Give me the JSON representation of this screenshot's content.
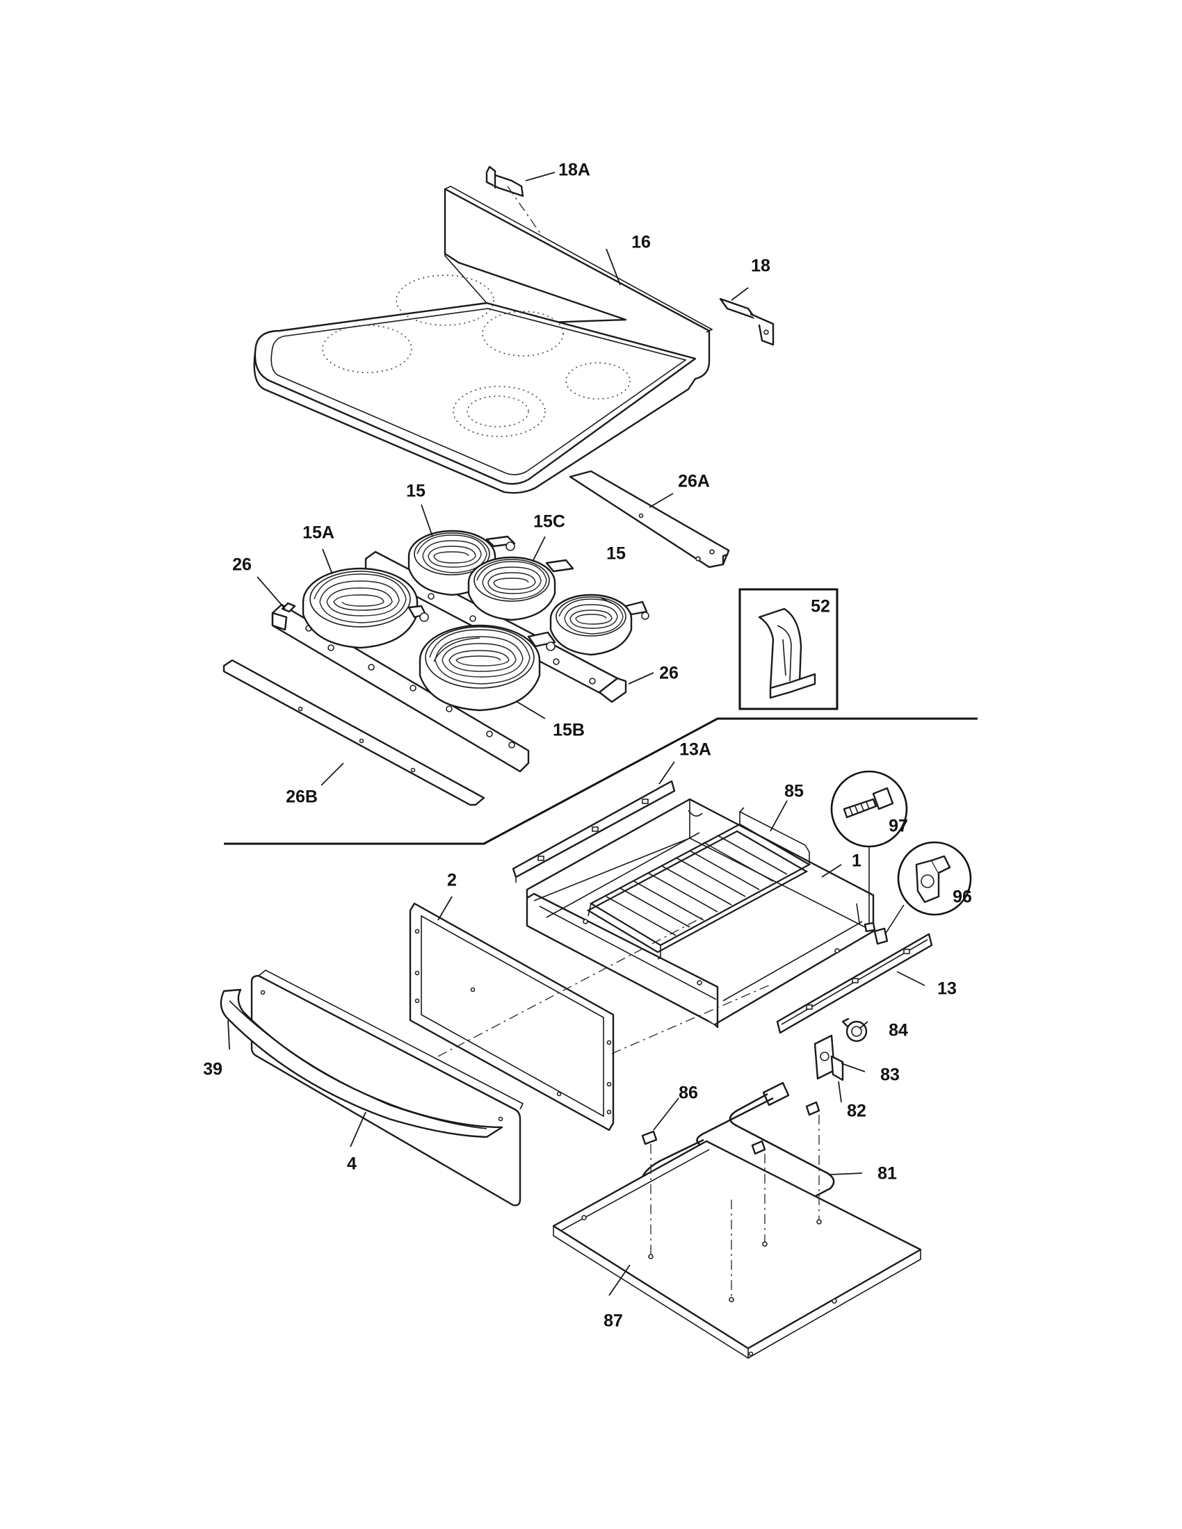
{
  "parts": [
    {
      "key": "p18A",
      "label": "18A",
      "icon": "bracket-icon"
    },
    {
      "key": "p16",
      "label": "16",
      "icon": "cooktop-icon"
    },
    {
      "key": "p18",
      "label": "18",
      "icon": "bracket-icon"
    },
    {
      "key": "p26A",
      "label": "26A",
      "icon": "rail-icon"
    },
    {
      "key": "p15_back",
      "label": "15",
      "icon": "heating-element-icon"
    },
    {
      "key": "p15C",
      "label": "15C",
      "icon": "heating-element-icon"
    },
    {
      "key": "p15A",
      "label": "15A",
      "icon": "heating-element-icon"
    },
    {
      "key": "p15_right",
      "label": "15",
      "icon": "heating-element-icon"
    },
    {
      "key": "p26_left",
      "label": "26",
      "icon": "bracket-rail-icon"
    },
    {
      "key": "p52",
      "label": "52",
      "icon": "clip-icon"
    },
    {
      "key": "p26_right",
      "label": "26",
      "icon": "bracket-rail-icon"
    },
    {
      "key": "p15B",
      "label": "15B",
      "icon": "heating-element-icon"
    },
    {
      "key": "p26B",
      "label": "26B",
      "icon": "trim-strip-icon"
    },
    {
      "key": "p13A",
      "label": "13A",
      "icon": "slide-rail-icon"
    },
    {
      "key": "p85",
      "label": "85",
      "icon": "wire-rack-icon"
    },
    {
      "key": "p97",
      "label": "97",
      "icon": "screw-icon"
    },
    {
      "key": "p1",
      "label": "1",
      "icon": "drawer-body-icon"
    },
    {
      "key": "p96",
      "label": "96",
      "icon": "clip-icon"
    },
    {
      "key": "p2",
      "label": "2",
      "icon": "gasket-icon"
    },
    {
      "key": "p13",
      "label": "13",
      "icon": "slide-rail-icon"
    },
    {
      "key": "p84",
      "label": "84",
      "icon": "switch-icon"
    },
    {
      "key": "p39",
      "label": "39",
      "icon": "handle-icon"
    },
    {
      "key": "p83",
      "label": "83",
      "icon": "bracket-icon"
    },
    {
      "key": "p86",
      "label": "86",
      "icon": "clip-icon"
    },
    {
      "key": "p82",
      "label": "82",
      "icon": "thermostat-icon"
    },
    {
      "key": "p4",
      "label": "4",
      "icon": "drawer-front-icon"
    },
    {
      "key": "p81",
      "label": "81",
      "icon": "heating-element-icon"
    },
    {
      "key": "p87",
      "label": "87",
      "icon": "base-pan-icon"
    }
  ]
}
